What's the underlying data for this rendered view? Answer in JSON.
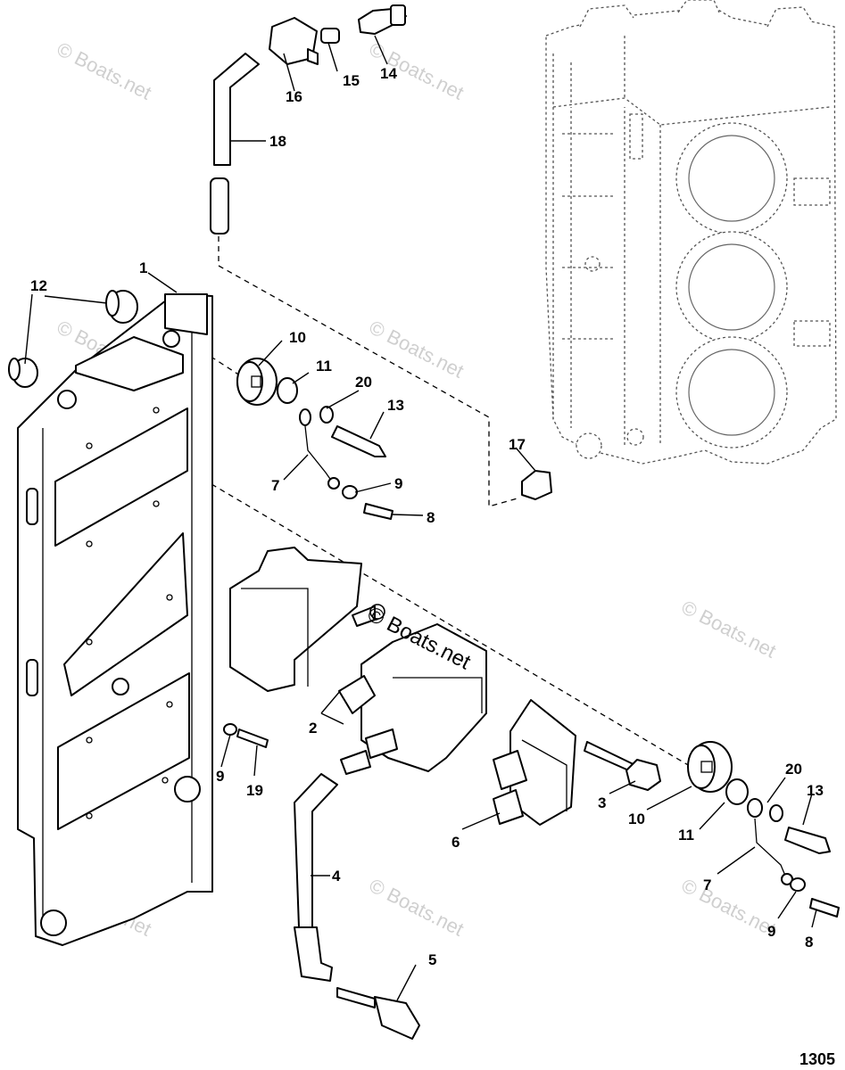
{
  "diagram": {
    "figure_number": "1305",
    "watermark_text": "© Boats.net",
    "callouts": {
      "c1": "1",
      "c2": "2",
      "c3": "3",
      "c4": "4",
      "c5": "5",
      "c6": "6",
      "c7a": "7",
      "c7b": "7",
      "c8a": "8",
      "c8b": "8",
      "c9a": "9",
      "c9b": "9",
      "c9c": "9",
      "c10a": "10",
      "c10b": "10",
      "c11a": "11",
      "c11b": "11",
      "c12": "12",
      "c13a": "13",
      "c13b": "13",
      "c14": "14",
      "c15": "15",
      "c16": "16",
      "c17": "17",
      "c18": "18",
      "c19": "19",
      "c20a": "20",
      "c20b": "20"
    }
  }
}
